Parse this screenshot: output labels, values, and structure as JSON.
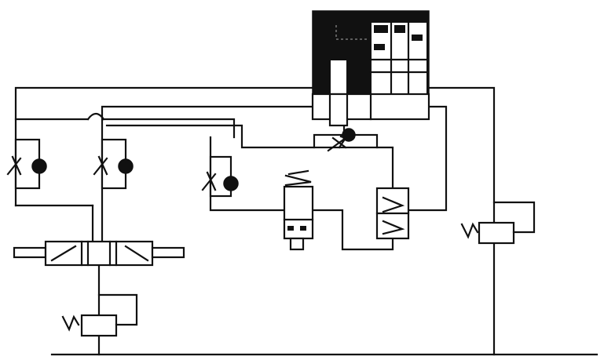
{
  "diagram": {
    "type": "hydraulic-schematic",
    "colors": {
      "line": "#111111",
      "background": "#ffffff"
    },
    "components": [
      {
        "id": "hydraulic-cylinder",
        "icon": "cylinder-icon"
      },
      {
        "id": "directional-valve-4-3",
        "icon": "valve-icon"
      },
      {
        "id": "pressure-relief-valve-left",
        "icon": "relief-valve-icon"
      },
      {
        "id": "pressure-relief-valve-right",
        "icon": "relief-valve-icon"
      },
      {
        "id": "check-valve-throttle-1",
        "icon": "throttle-check-valve-icon"
      },
      {
        "id": "check-valve-throttle-2",
        "icon": "throttle-check-valve-icon"
      },
      {
        "id": "check-valve-throttle-3",
        "icon": "throttle-check-valve-icon"
      },
      {
        "id": "check-valve-throttle-top",
        "icon": "throttle-check-valve-icon"
      },
      {
        "id": "solenoid-valve",
        "icon": "solenoid-valve-icon"
      },
      {
        "id": "sequence-valve",
        "icon": "valve-icon"
      }
    ]
  }
}
